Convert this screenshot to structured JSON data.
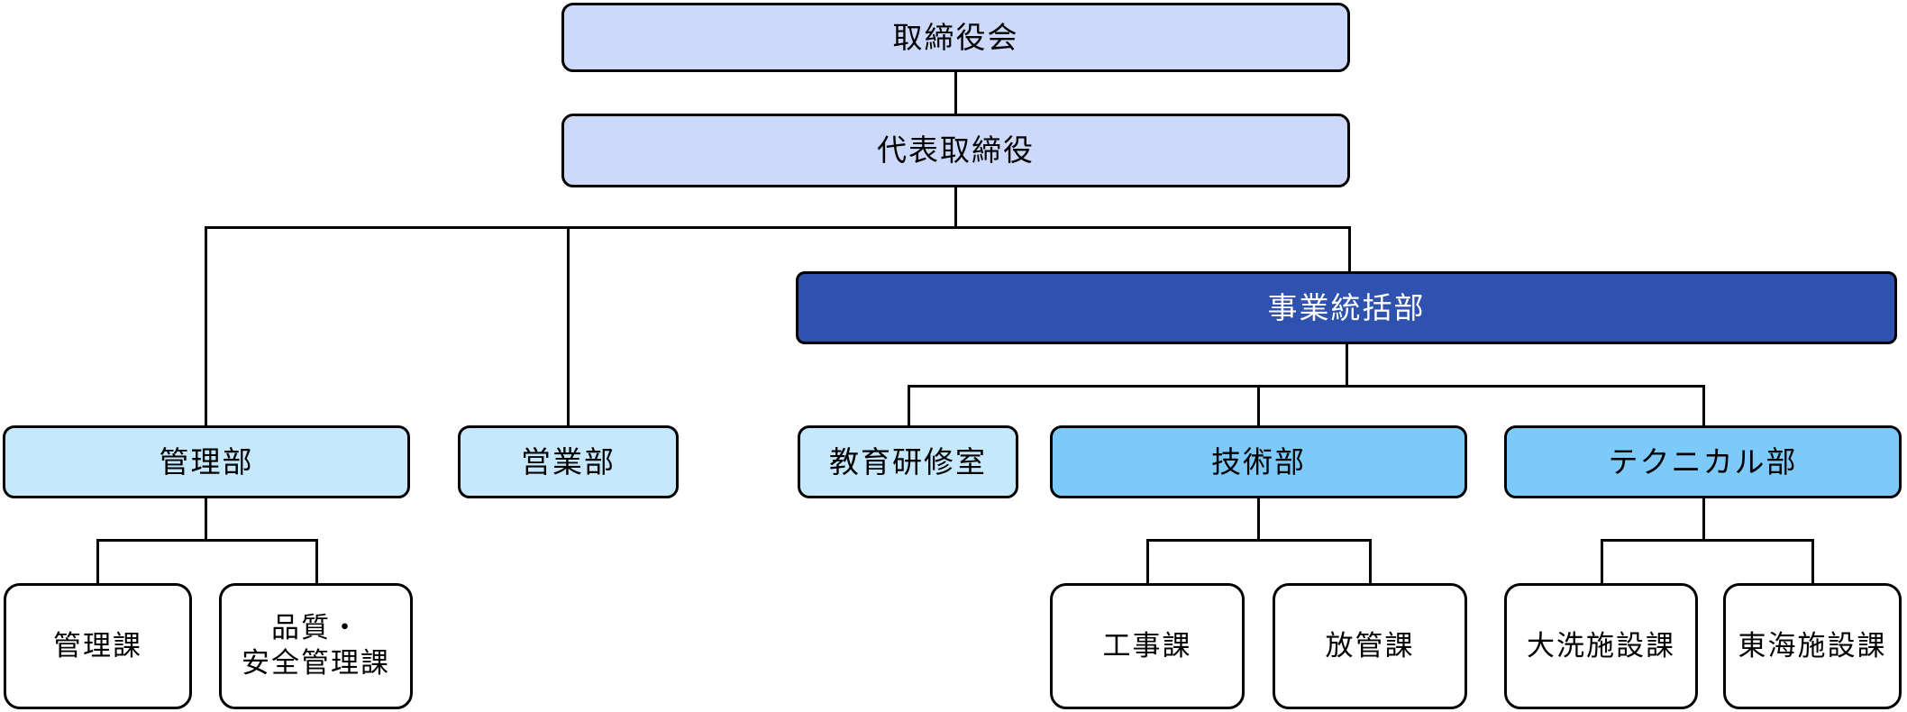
{
  "diagram": {
    "type": "org-chart",
    "nodes": {
      "board": {
        "label": "取締役会"
      },
      "representative_director": {
        "label": "代表取締役"
      },
      "business_management_division": {
        "label": "事業統括部"
      },
      "admin_department": {
        "label": "管理部"
      },
      "sales_department": {
        "label": "営業部"
      },
      "education_training_office": {
        "label": "教育研修室"
      },
      "engineering_department": {
        "label": "技術部"
      },
      "technical_department": {
        "label": "テクニカル部"
      },
      "admin_section": {
        "label": "管理課"
      },
      "quality_safety_section": {
        "label": "品質・\n安全管理課"
      },
      "construction_section": {
        "label": "工事課"
      },
      "radiation_control_section": {
        "label": "放管課"
      },
      "oarai_facility_section": {
        "label": "大洗施設課"
      },
      "tokai_facility_section": {
        "label": "東海施設課"
      }
    },
    "hierarchy": [
      {
        "parent": "取締役会",
        "children": [
          "代表取締役"
        ]
      },
      {
        "parent": "代表取締役",
        "children": [
          "管理部",
          "営業部",
          "事業統括部"
        ]
      },
      {
        "parent": "事業統括部",
        "children": [
          "教育研修室",
          "技術部",
          "テクニカル部"
        ]
      },
      {
        "parent": "管理部",
        "children": [
          "管理課",
          "品質・安全管理課"
        ]
      },
      {
        "parent": "技術部",
        "children": [
          "工事課",
          "放管課"
        ]
      },
      {
        "parent": "テクニカル部",
        "children": [
          "大洗施設課",
          "東海施設課"
        ]
      }
    ],
    "colors": {
      "top_level_fill": "#CCD9FA",
      "division_fill": "#2F52AE",
      "division_text": "#FFFFFF",
      "department_light_fill": "#C5E8FC",
      "department_sky_fill": "#7CC9FA",
      "leaf_fill": "#FFFFFF",
      "border_and_lines": "#000000"
    }
  }
}
